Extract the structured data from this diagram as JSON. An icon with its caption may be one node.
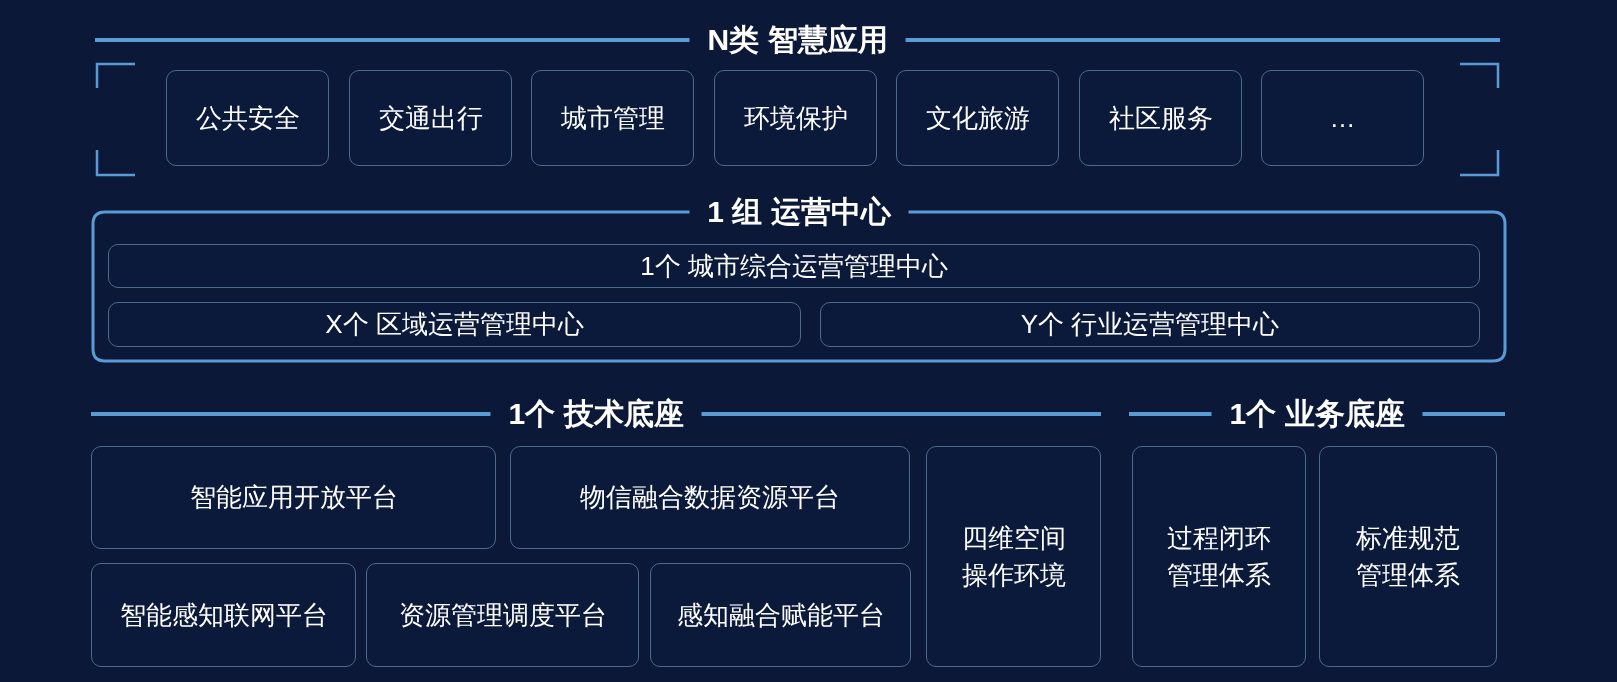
{
  "diagram": {
    "nodes": [
      {
        "text": [
          "N类 智慧应用"
        ]
      },
      {
        "text": [
          "公共安全"
        ],
        "in": 0
      },
      {
        "text": [
          "交通出行"
        ],
        "in": 0
      },
      {
        "text": [
          "城市管理"
        ],
        "in": 0
      },
      {
        "text": [
          "环境保护"
        ],
        "in": 0
      },
      {
        "text": [
          "文化旅游"
        ],
        "in": 0
      },
      {
        "text": [
          "社区服务"
        ],
        "in": 0
      },
      {
        "text": [
          "…"
        ],
        "in": 0
      },
      {
        "text": [
          "1 组 运营中心"
        ]
      },
      {
        "text": [
          "1个 城市综合运营管理中心"
        ],
        "in": 8
      },
      {
        "text": [
          "X个 区域运营管理中心"
        ],
        "in": 8
      },
      {
        "text": [
          "Y个 行业运营管理中心"
        ],
        "in": 8
      },
      {
        "text": [
          "1个 技术底座"
        ]
      },
      {
        "text": [
          "智能应用开放平台"
        ]
      },
      {
        "text": [
          "物信融合数据资源平台"
        ]
      },
      {
        "text": [
          "四维空间操作环境"
        ]
      },
      {
        "text": [
          "智能感知联网平台"
        ]
      },
      {
        "text": [
          "资源管理调度平台"
        ]
      },
      {
        "text": [
          "感知融合赋能平台"
        ]
      },
      {
        "text": [
          "1个 业务底座"
        ]
      },
      {
        "text": [
          "过程闭环管理体系"
        ]
      },
      {
        "text": [
          "标准规范管理体系"
        ]
      }
    ],
    "edges": []
  }
}
